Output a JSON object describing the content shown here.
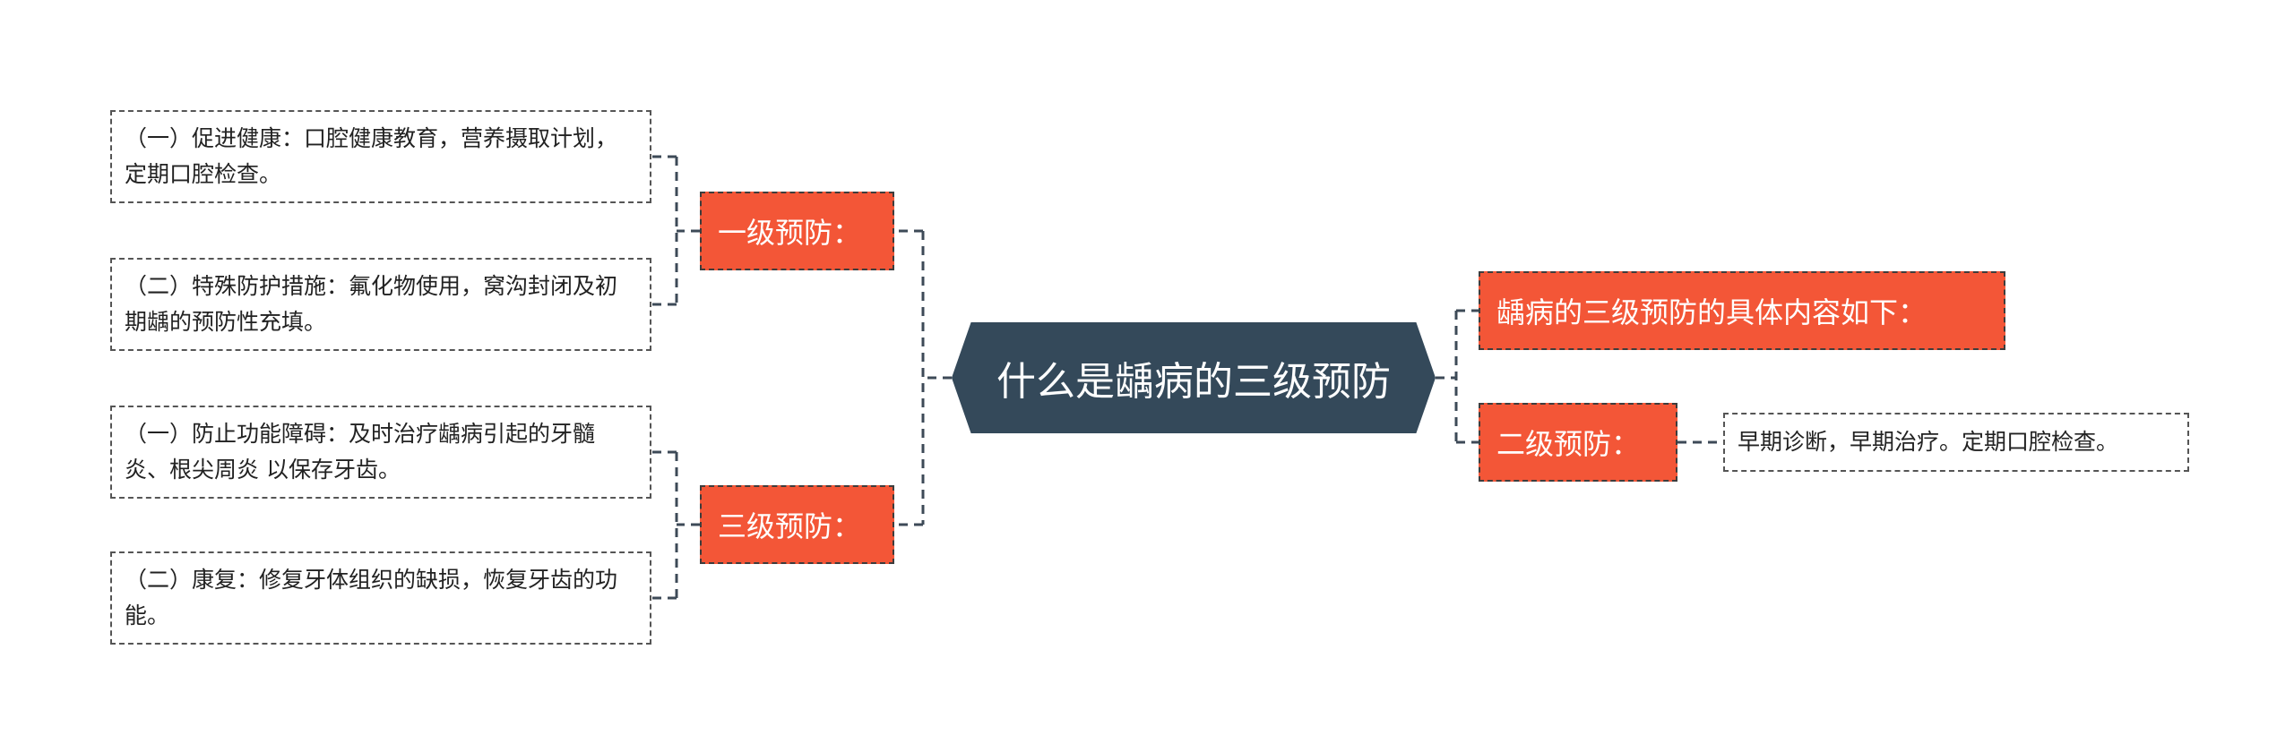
{
  "center": "什么是龋病的三级预防",
  "branches": {
    "primary": {
      "label": "一级预防：",
      "items": [
        "（一）促进健康：口腔健康教育，营养摄取计划，定期口腔检查。",
        "（二）特殊防护措施：氟化物使用，窝沟封闭及初期龋的预防性充填。"
      ]
    },
    "tertiary": {
      "label": "三级预防：",
      "items": [
        "（一）防止功能障碍：及时治疗龋病引起的牙髓炎、根尖周炎 以保存牙齿。",
        "（二）康复：修复牙体组织的缺损，恢复牙齿的功能。"
      ]
    },
    "intro": {
      "label": "龋病的三级预防的具体内容如下："
    },
    "secondary": {
      "label": "二级预防：",
      "items": [
        "早期诊断，早期治疗。定期口腔检查。"
      ]
    }
  },
  "colors": {
    "center_bg": "#34495a",
    "topic_bg": "#f35637",
    "connector": "#3d4a57"
  }
}
